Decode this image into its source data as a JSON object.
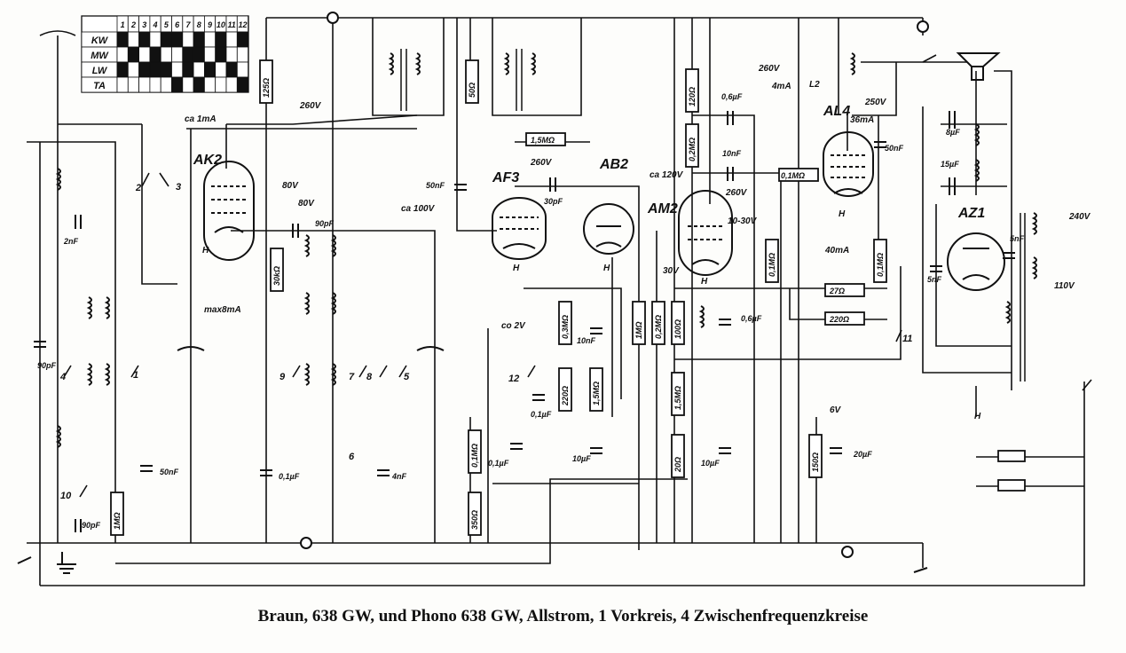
{
  "caption": "Braun, 638 GW, und Phono 638 GW, Allstrom, 1 Vorkreis, 4 Zwischenfrequenzkreise",
  "switch_table": {
    "columns": [
      "1",
      "2",
      "3",
      "4",
      "5",
      "6",
      "7",
      "8",
      "9",
      "10",
      "11",
      "12"
    ],
    "rows": [
      {
        "label": "KW",
        "filled": [
          1,
          0,
          1,
          0,
          1,
          1,
          0,
          1,
          0,
          1,
          0,
          1
        ]
      },
      {
        "label": "MW",
        "filled": [
          0,
          1,
          0,
          1,
          0,
          0,
          1,
          1,
          0,
          1,
          0,
          0
        ]
      },
      {
        "label": "LW",
        "filled": [
          1,
          0,
          1,
          1,
          1,
          0,
          1,
          0,
          1,
          0,
          1,
          0
        ]
      },
      {
        "label": "TA",
        "filled": [
          0,
          0,
          0,
          0,
          0,
          1,
          0,
          1,
          0,
          0,
          0,
          1
        ]
      }
    ]
  },
  "tubes": [
    "AK2",
    "AF3",
    "AB2",
    "AM2",
    "AL4",
    "AZ1"
  ],
  "resistors": [
    "125Ω",
    "50Ω",
    "120Ω",
    "1,5MΩ",
    "30kΩ",
    "0,2MΩ",
    "0,1MΩ",
    "0,1MΩ",
    "1MΩ",
    "0,2MΩ",
    "100Ω",
    "27Ω",
    "220Ω",
    "0,1MΩ",
    "0,3MΩ",
    "220Ω",
    "1,5MΩ",
    "1,5MΩ",
    "1MΩ",
    "0,1MΩ",
    "350Ω",
    "20Ω",
    "150Ω"
  ],
  "labels": [
    "ca 1mA",
    "260V",
    "80V",
    "80V",
    "max8mA",
    "ca 100V",
    "260V",
    "co 2V",
    "ca 120V",
    "260V",
    "10-30V",
    "30V",
    "260V",
    "4mA",
    "250V",
    "36mA",
    "40mA",
    "6V",
    "240V",
    "110V",
    "H",
    "H",
    "H",
    "H",
    "H",
    "L2",
    "H"
  ],
  "capacitors": [
    "90pF",
    "2nF",
    "50nF",
    "90pF",
    "0,1µF",
    "4nF",
    "50nF",
    "90pF",
    "0,6µF",
    "10nF",
    "30pF",
    "10nF",
    "0,1µF",
    "10µF",
    "0,1µF",
    "10µF",
    "0,6µF",
    "8µF",
    "15µF",
    "5nF",
    "5nF",
    "20µF",
    "50nF"
  ],
  "switches": [
    "1",
    "2",
    "3",
    "4",
    "5",
    "6",
    "7",
    "8",
    "9",
    "10",
    "11",
    "12"
  ]
}
